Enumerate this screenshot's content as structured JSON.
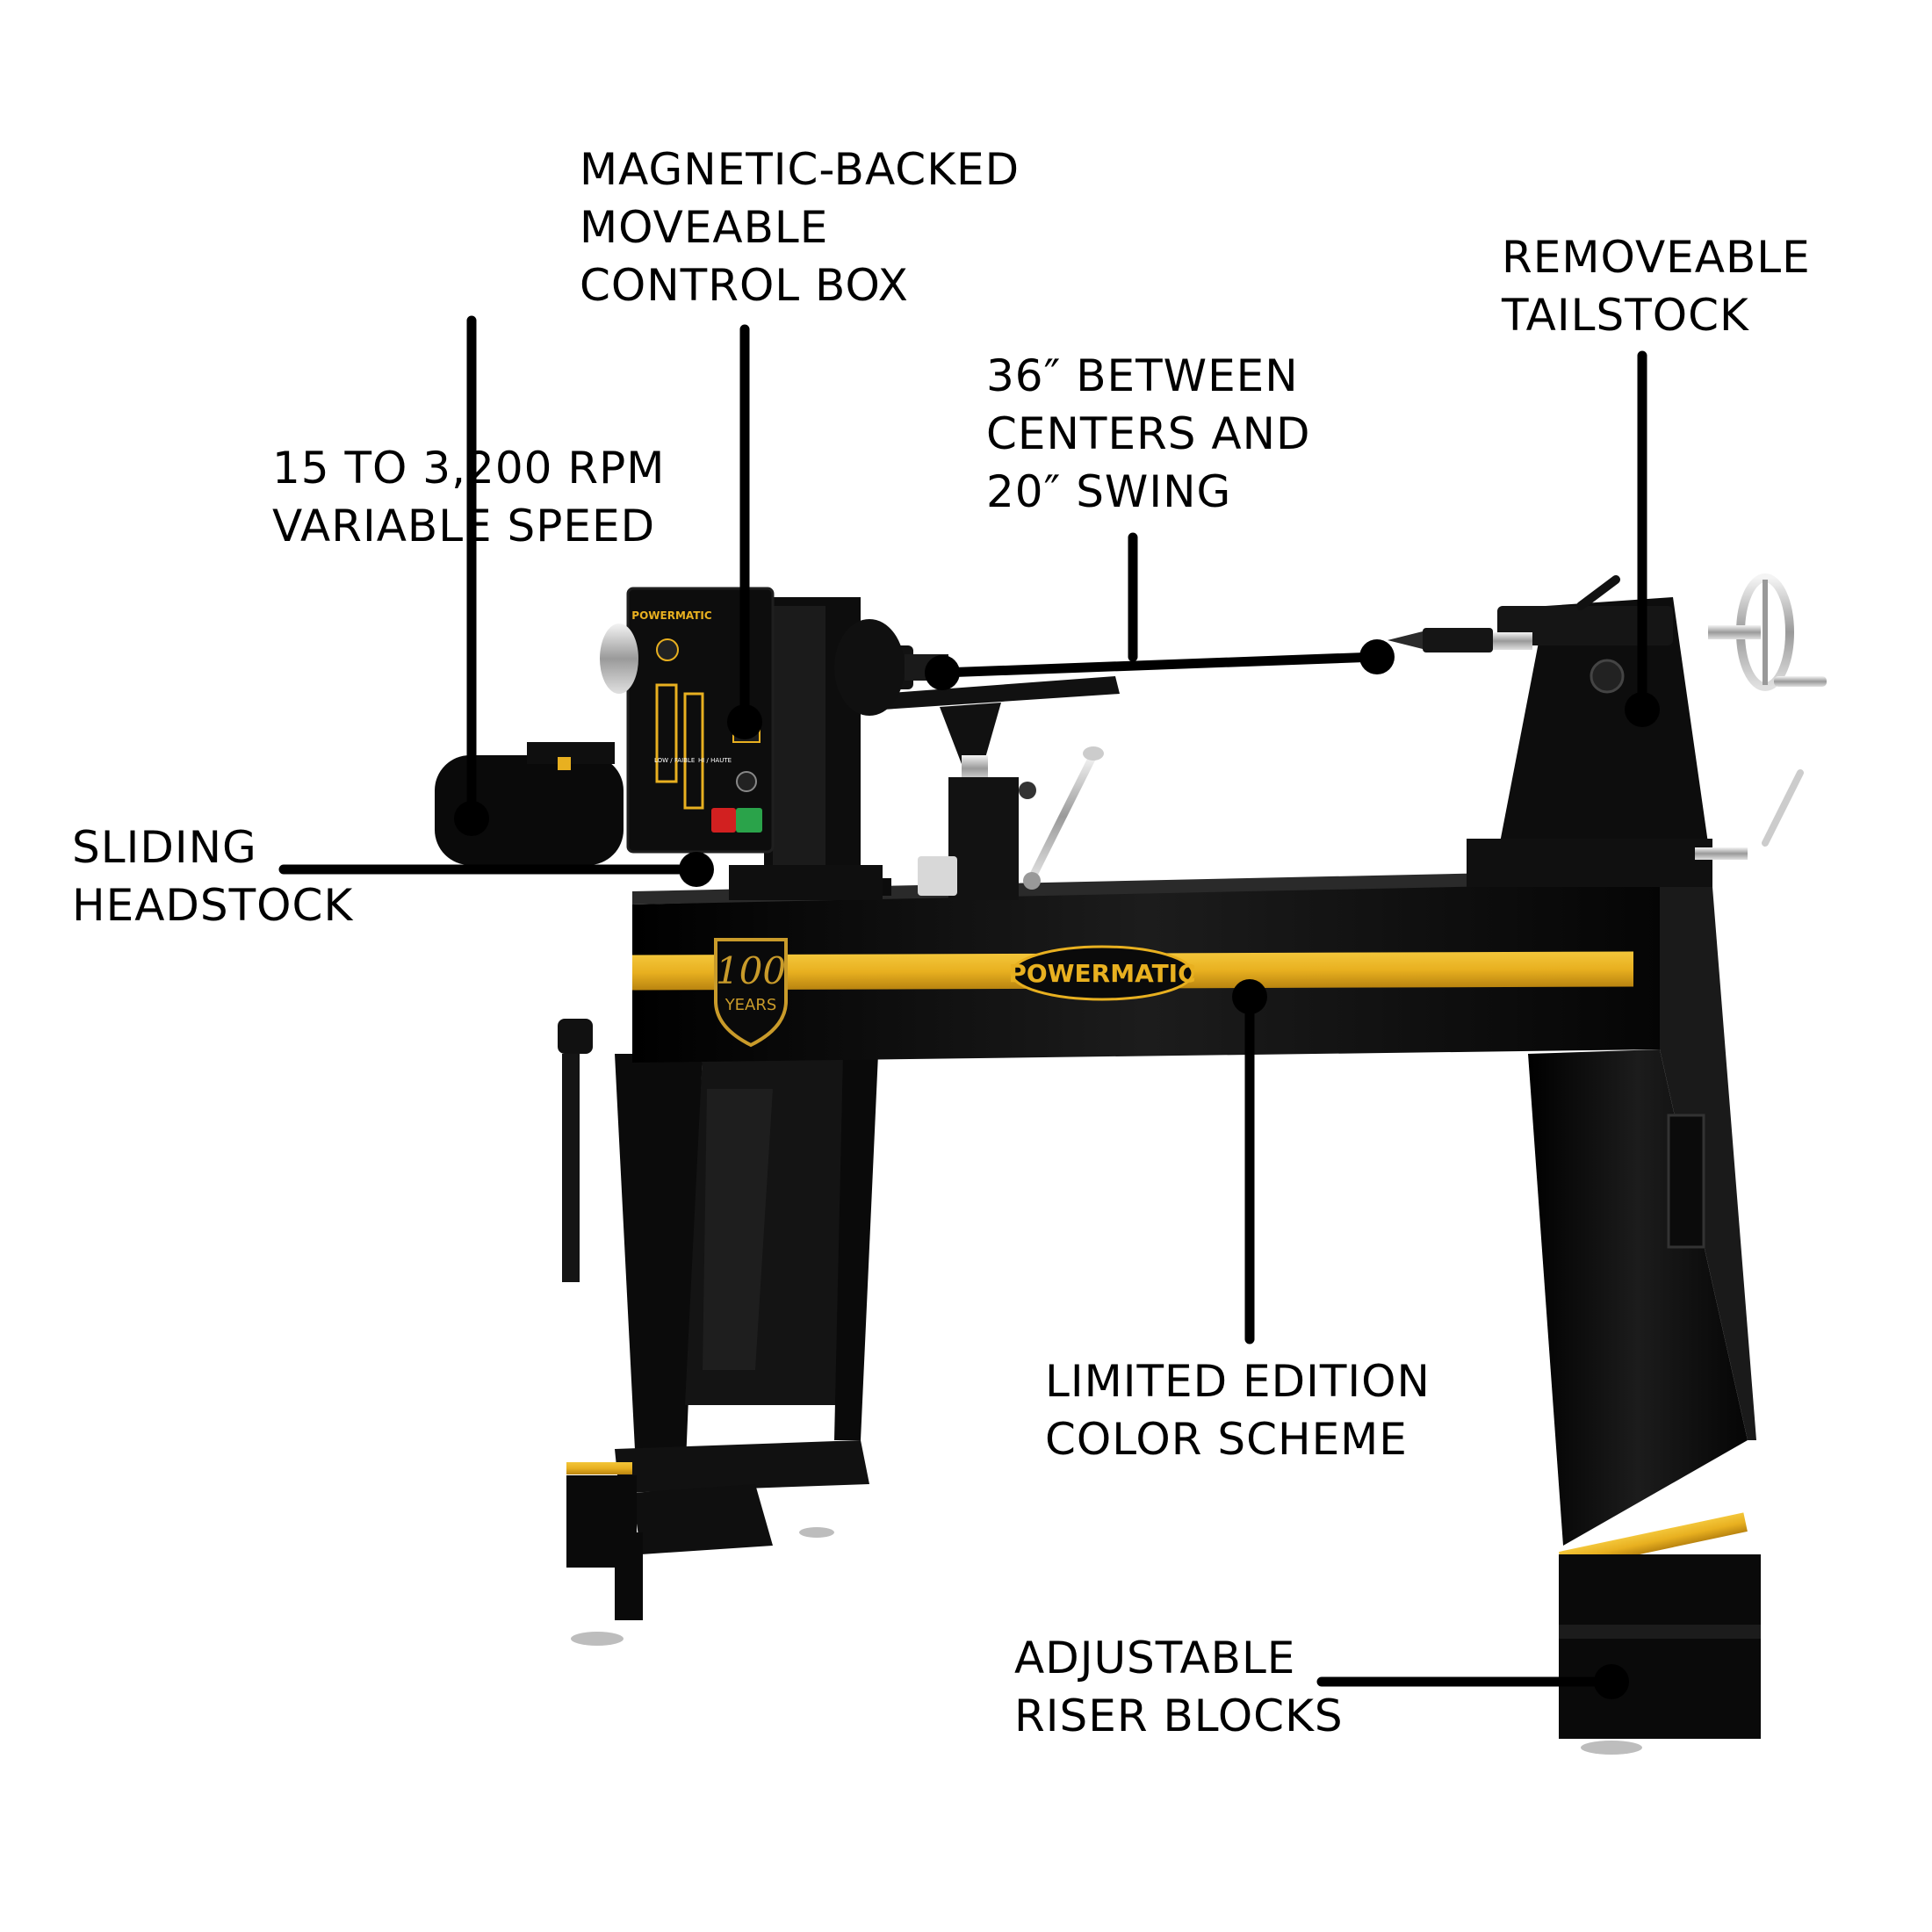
{
  "callouts": {
    "control_box": {
      "line1": "MAGNETIC-BACKED",
      "line2": "MOVEABLE",
      "line3": "CONTROL BOX"
    },
    "tailstock": {
      "line1": "REMOVEABLE",
      "line2": "TAILSTOCK"
    },
    "centers": {
      "line1": "36″ BETWEEN",
      "line2": "CENTERS AND",
      "line3": "20″ SWING"
    },
    "speed": {
      "line1": "15 TO 3,200 RPM",
      "line2": "VARIABLE SPEED"
    },
    "headstock": {
      "line1": "SLIDING",
      "line2": "HEADSTOCK"
    },
    "color": {
      "line1": "LIMITED EDITION",
      "line2": "COLOR SCHEME"
    },
    "riser": {
      "line1": "ADJUSTABLE",
      "line2": "RISER BLOCKS"
    }
  },
  "branding": {
    "logo_text": "POWERMATIC",
    "badge_number": "100",
    "badge_word": "YEARS",
    "panel_brand": "POWERMATIC",
    "switch_low": "LOW / FAIBLE",
    "switch_high": "HI / HAUTE"
  },
  "colors": {
    "machine_black": "#0d0d0d",
    "accent_gold": "#e8b020",
    "leader_line": "#000000"
  },
  "icons": [
    "power-button-icon",
    "speed-knob-icon",
    "handwheel-icon"
  ]
}
